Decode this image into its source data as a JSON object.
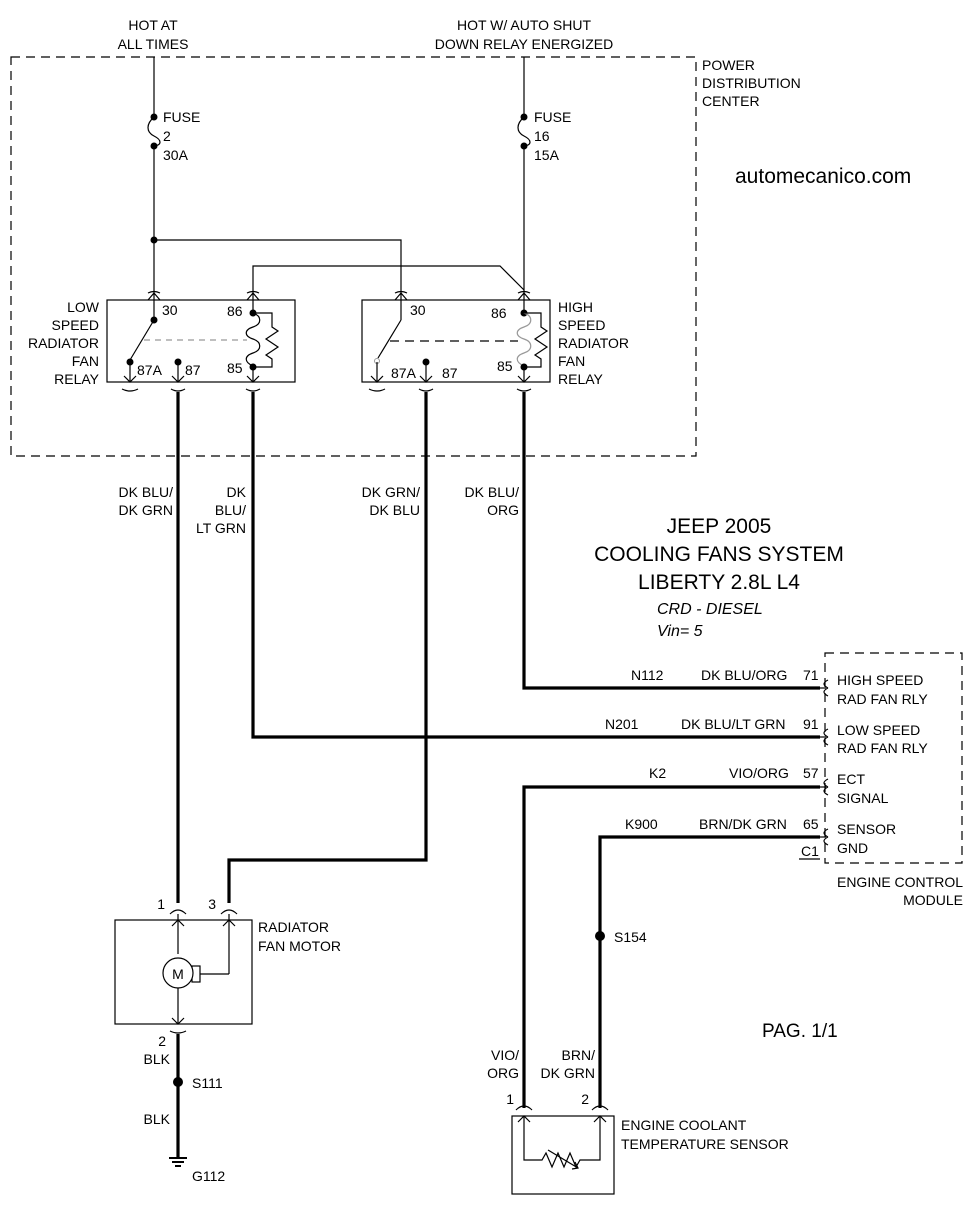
{
  "supplies": {
    "hot_at_all_times": [
      "HOT AT",
      "ALL TIMES"
    ],
    "hot_asd": [
      "HOT W/ AUTO SHUT",
      "DOWN RELAY ENERGIZED"
    ]
  },
  "pdc": {
    "label": [
      "POWER",
      "DISTRIBUTION",
      "CENTER"
    ],
    "fuse2": [
      "FUSE",
      "2",
      "30A"
    ],
    "fuse16": [
      "FUSE",
      "16",
      "15A"
    ]
  },
  "website": "automecanico.com",
  "low_relay": {
    "label": [
      "LOW",
      "SPEED",
      "RADIATOR",
      "FAN",
      "RELAY"
    ],
    "pins": {
      "p30": "30",
      "p86": "86",
      "p85": "85",
      "p87a": "87A",
      "p87": "87"
    }
  },
  "high_relay": {
    "label": [
      "HIGH",
      "SPEED",
      "RADIATOR",
      "FAN",
      "RELAY"
    ],
    "pins": {
      "p30": "30",
      "p86": "86",
      "p85": "85",
      "p87a": "87A",
      "p87": "87"
    }
  },
  "wires": {
    "w1": [
      "DK BLU/",
      "DK GRN"
    ],
    "w2": [
      "DK",
      "BLU/",
      "LT GRN"
    ],
    "w3": [
      "DK GRN/",
      "DK BLU"
    ],
    "w4": [
      "DK BLU/",
      "ORG"
    ]
  },
  "title": {
    "line1": "JEEP 2005",
    "line2": "COOLING FANS SYSTEM",
    "line3": "LIBERTY 2.8L L4",
    "line4": "CRD - DIESEL",
    "line5": "Vin= 5"
  },
  "ecm": {
    "rows": [
      {
        "circuit": "N112",
        "color": "DK BLU/ORG",
        "pin": "71",
        "label": [
          "HIGH SPEED",
          "RAD FAN RLY"
        ]
      },
      {
        "circuit": "N201",
        "color": "DK BLU/LT GRN",
        "pin": "91",
        "label": [
          "LOW SPEED",
          "RAD FAN RLY"
        ]
      },
      {
        "circuit": "K2",
        "color": "VIO/ORG",
        "pin": "57",
        "label": [
          "ECT",
          "SIGNAL"
        ]
      },
      {
        "circuit": "K900",
        "color": "BRN/DK GRN",
        "pin": "65",
        "label": [
          "SENSOR",
          "GND"
        ]
      }
    ],
    "connector": "C1",
    "name": [
      "ENGINE CONTROL",
      "MODULE"
    ]
  },
  "motor": {
    "pin1": "1",
    "pin3": "3",
    "pin2": "2",
    "symbol": "M",
    "label": [
      "RADIATOR",
      "FAN MOTOR"
    ]
  },
  "ground": {
    "wire1": "BLK",
    "splice": "S111",
    "wire2": "BLK",
    "ground_id": "G112"
  },
  "sensor": {
    "splice": "S154",
    "wire1": [
      "VIO/",
      "ORG"
    ],
    "wire2": [
      "BRN/",
      "DK GRN"
    ],
    "pin1": "1",
    "pin2": "2",
    "label": [
      "ENGINE COOLANT",
      "TEMPERATURE SENSOR"
    ]
  },
  "page": "PAG. 1/1"
}
